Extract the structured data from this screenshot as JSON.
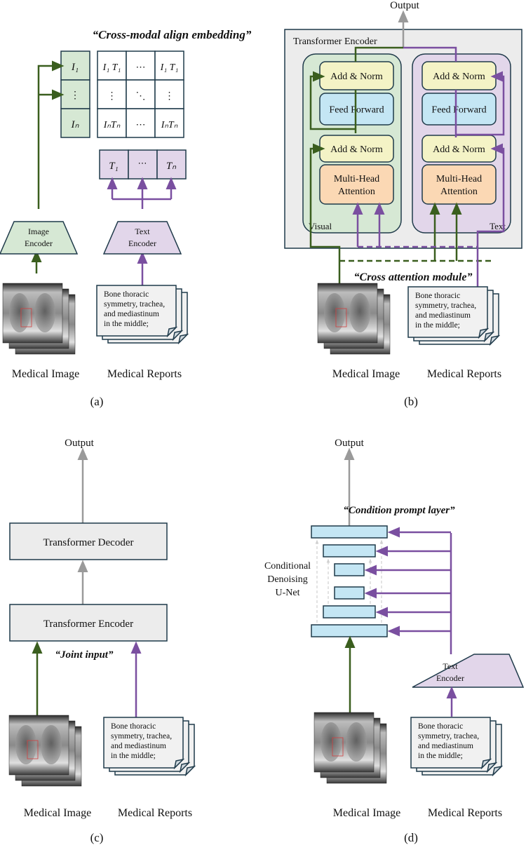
{
  "colors": {
    "green_arrow": "#3a5e1e",
    "purple_arrow": "#7a4fa0",
    "gray_arrow": "#9a9a9a",
    "green_fill": "#d6e8d4",
    "purple_fill": "#e2d6ea",
    "yellow_fill": "#f4f3c6",
    "blue_fill": "#c4e6f4",
    "orange_fill": "#fbd8b4",
    "encoder_bg": "#ededed",
    "border": "#1f3a4a"
  },
  "report_text": [
    "Bone thoracic",
    "symmetry, trachea,",
    "and mediastinum",
    "in the middle;"
  ],
  "labels": {
    "medical_image": "Medical Image",
    "medical_reports": "Medical Reports",
    "output": "Output"
  },
  "panel_a": {
    "caption": "(a)",
    "title": "“Cross-modal align embedding”",
    "image_embeddings": [
      "I₁",
      "⋮",
      "Iₙ"
    ],
    "matrix": [
      [
        "I₁ T₁",
        "⋯",
        "I₁ T₁"
      ],
      [
        "⋮",
        "⋱",
        "⋮"
      ],
      [
        "IₙTₙ",
        "⋯",
        "IₙTₙ"
      ]
    ],
    "text_embeddings": [
      "T₁",
      "⋯",
      "Tₙ"
    ],
    "image_encoder": [
      "Image",
      "Encoder"
    ],
    "text_encoder": [
      "Text",
      "Encoder"
    ]
  },
  "panel_b": {
    "caption": "(b)",
    "encoder_title": "Transformer Encoder",
    "visual_label": "Visual",
    "text_label": "Text",
    "add_norm": "Add & Norm",
    "feed_forward": "Feed Forward",
    "mha": [
      "Multi-Head",
      "Attention"
    ],
    "module_label": "“Cross attention module”"
  },
  "panel_c": {
    "caption": "(c)",
    "decoder": "Transformer Decoder",
    "encoder": "Transformer Encoder",
    "joint_label": "“Joint input”"
  },
  "panel_d": {
    "caption": "(d)",
    "prompt_label": "“Condition prompt layer”",
    "unet_label": [
      "Conditional",
      "Denoising",
      "U-Net"
    ],
    "text_encoder": [
      "Text",
      "Encoder"
    ]
  }
}
